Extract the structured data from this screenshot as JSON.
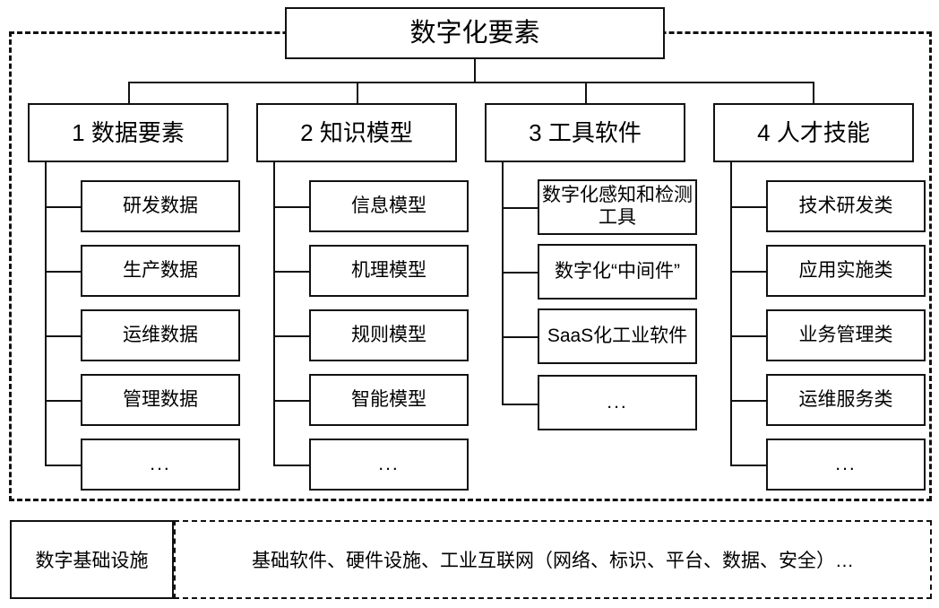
{
  "diagram": {
    "root": {
      "label": "数字化要素"
    },
    "categories": [
      {
        "id": "data-elements",
        "label": "1 数据要素",
        "items": [
          {
            "label": "研发数据"
          },
          {
            "label": "生产数据"
          },
          {
            "label": "运维数据"
          },
          {
            "label": "管理数据"
          },
          {
            "label": "..."
          }
        ]
      },
      {
        "id": "knowledge-models",
        "label": "2 知识模型",
        "items": [
          {
            "label": "信息模型"
          },
          {
            "label": "机理模型"
          },
          {
            "label": "规则模型"
          },
          {
            "label": "智能模型"
          },
          {
            "label": "..."
          }
        ]
      },
      {
        "id": "tool-software",
        "label": "3 工具软件",
        "items": [
          {
            "label": "数字化感知和检测工具"
          },
          {
            "label": "数字化“中间件”"
          },
          {
            "label": "SaaS化工业软件"
          },
          {
            "label": "..."
          }
        ]
      },
      {
        "id": "talent-skills",
        "label": "4 人才技能",
        "items": [
          {
            "label": "技术研发类"
          },
          {
            "label": "应用实施类"
          },
          {
            "label": "业务管理类"
          },
          {
            "label": "运维服务类"
          },
          {
            "label": "..."
          }
        ]
      }
    ],
    "infrastructure": {
      "label": "数字基础设施",
      "content": "基础软件、硬件设施、工业互联网（网络、标识、平台、数据、安全）…"
    },
    "colors": {
      "stroke": "#111111",
      "background": "#ffffff"
    }
  }
}
